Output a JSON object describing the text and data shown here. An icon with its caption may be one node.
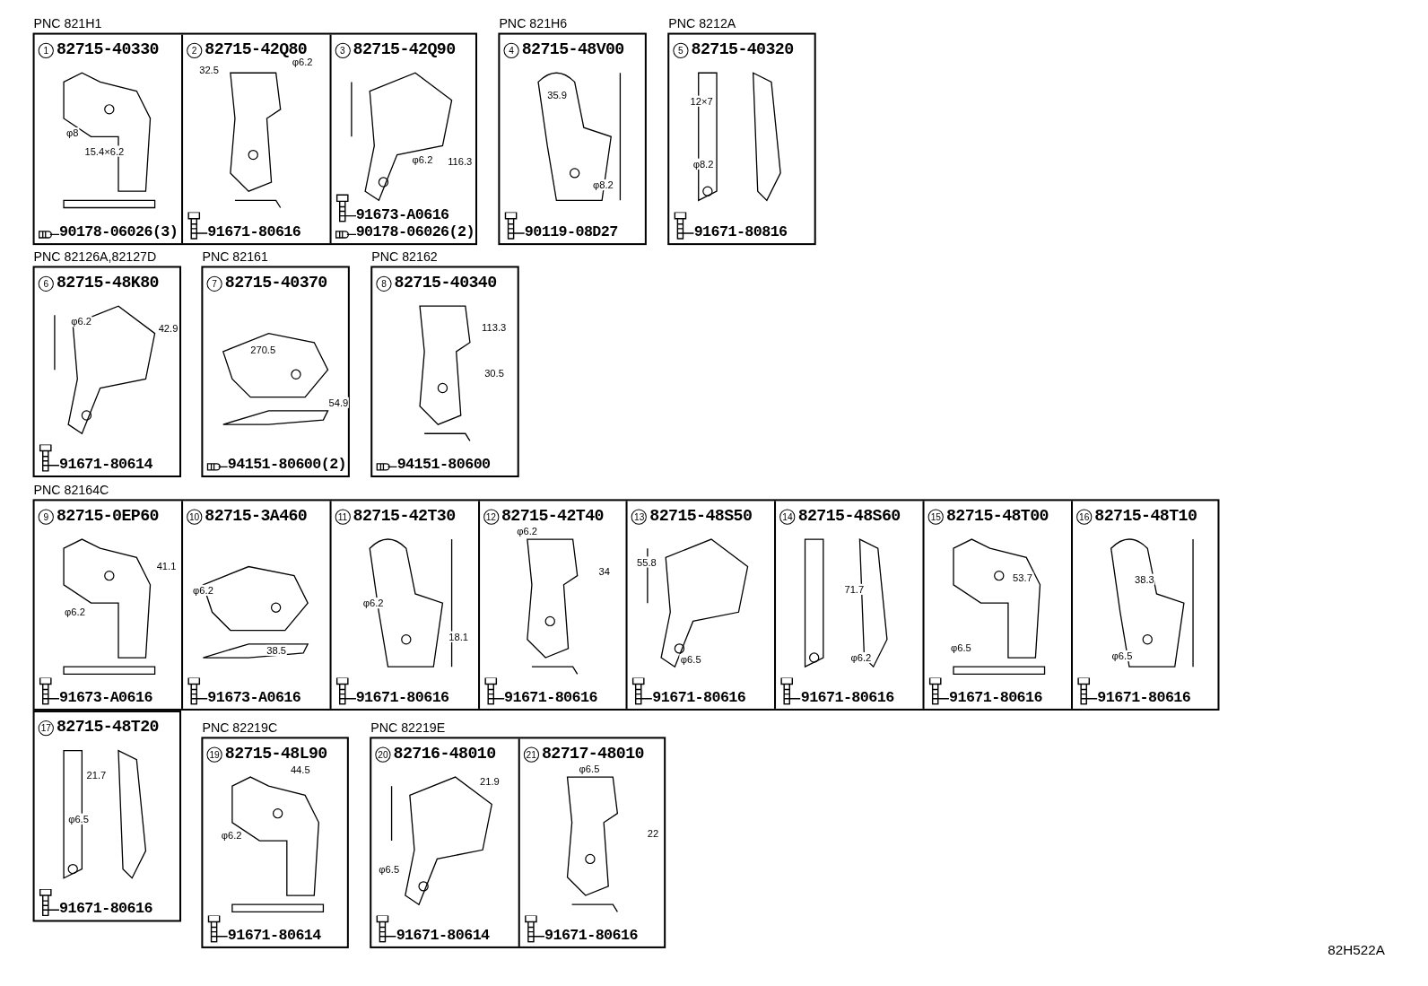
{
  "diagram": {
    "nodes": [
      {
        "text": [
          "PNC 821H1"
        ]
      },
      {
        "text": [
          "1",
          "82715-40330",
          "90178-06026(3)"
        ],
        "in": 0
      },
      {
        "text": [
          "2",
          "82715-42Q80",
          "91671-80616"
        ],
        "in": 0
      },
      {
        "text": [
          "3",
          "82715-42Q90",
          "91673-A0616",
          "90178-06026(2)"
        ],
        "in": 0
      },
      {
        "text": [
          "PNC 821H6"
        ]
      },
      {
        "text": [
          "4",
          "82715-48V00",
          "90119-08D27"
        ],
        "in": 4
      },
      {
        "text": [
          "PNC 8212A"
        ]
      },
      {
        "text": [
          "5",
          "82715-40320",
          "91671-80816"
        ],
        "in": 6
      },
      {
        "text": [
          "PNC 82126A,82127D"
        ]
      },
      {
        "text": [
          "6",
          "82715-48K80",
          "91671-80614"
        ],
        "in": 8
      },
      {
        "text": [
          "PNC 82161"
        ]
      },
      {
        "text": [
          "7",
          "82715-40370",
          "94151-80600(2)"
        ],
        "in": 10
      },
      {
        "text": [
          "PNC 82162"
        ]
      },
      {
        "text": [
          "8",
          "82715-40340",
          "94151-80600"
        ],
        "in": 12
      },
      {
        "text": [
          "PNC 82164C"
        ]
      },
      {
        "text": [
          "9",
          "82715-0EP60",
          "91673-A0616"
        ],
        "in": 14
      },
      {
        "text": [
          "10",
          "82715-3A460",
          "91673-A0616"
        ],
        "in": 14
      },
      {
        "text": [
          "11",
          "82715-42T30",
          "91671-80616"
        ],
        "in": 14
      },
      {
        "text": [
          "12",
          "82715-42T40",
          "91671-80616"
        ],
        "in": 14
      },
      {
        "text": [
          "13",
          "82715-48S50",
          "91671-80616"
        ],
        "in": 14
      },
      {
        "text": [
          "14",
          "82715-48S60",
          "91671-80616"
        ],
        "in": 14
      },
      {
        "text": [
          "15",
          "82715-48T00",
          "91671-80616"
        ],
        "in": 14
      },
      {
        "text": [
          "16",
          "82715-48T10",
          "91671-80616"
        ],
        "in": 14
      },
      {
        "text": [
          "17",
          "82715-48T20",
          "91671-80616"
        ]
      },
      {
        "text": [
          "PNC 82219C"
        ]
      },
      {
        "text": [
          "19",
          "82715-48L90",
          "91671-80614"
        ],
        "in": 24
      },
      {
        "text": [
          "PNC 82219E"
        ]
      },
      {
        "text": [
          "20",
          "82716-48010",
          "91671-80614"
        ],
        "in": 26
      },
      {
        "text": [
          "21",
          "82717-48010",
          "91671-80616"
        ],
        "in": 26
      }
    ],
    "labels": [
      "φ8",
      "15.4×6.2",
      "32.5",
      "φ6.2",
      "φ6.2",
      "116.3",
      "35.9",
      "φ8.2",
      "12×7",
      "φ8.2",
      "φ6.2",
      "42.9",
      "270.5",
      "54.9",
      "113.3",
      "30.5",
      "41.1",
      "φ6.2",
      "φ6.2",
      "38.5",
      "φ6.2",
      "18.1",
      "φ6.2",
      "34",
      "55.8",
      "φ6.5",
      "71.7",
      "φ6.2",
      "53.7",
      "φ6.5",
      "38.3",
      "φ6.5",
      "21.7",
      "φ6.5",
      "44.5",
      "φ6.2",
      "21.9",
      "φ6.5",
      "φ6.5",
      "22",
      "82H522A"
    ]
  }
}
